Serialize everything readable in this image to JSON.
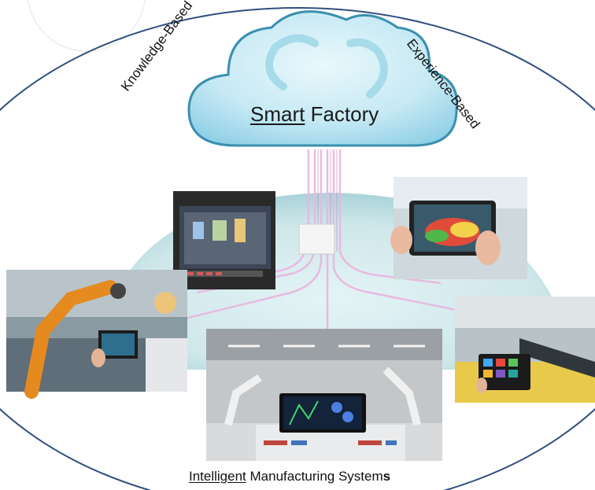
{
  "title": {
    "underlined": "Smart",
    "rest": " Factory"
  },
  "left_arc_label": "Knowledge-Based",
  "right_arc_label": "Experience-Based",
  "footer": {
    "underlined": "Intelligent",
    "middle": " Manufacturing System",
    "bold_tail": "s"
  },
  "colors": {
    "ellipse_stroke": "#2f4f7f",
    "cloud_fill": "#bfe6f2",
    "cloud_stroke": "#3a8fb0",
    "network_lines": "#e7b8e0",
    "dome": "#cfe7ea"
  },
  "images": [
    {
      "icon": "hmi-panel-icon"
    },
    {
      "icon": "tablet-heatmap-icon"
    },
    {
      "icon": "robot-arm-tablet-icon"
    },
    {
      "icon": "factory-floor-tablet-icon"
    },
    {
      "icon": "warehouse-tablet-icon"
    }
  ]
}
